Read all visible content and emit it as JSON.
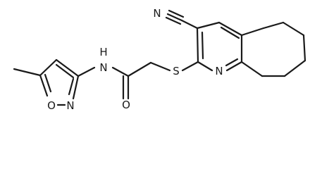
{
  "structure": {
    "atoms": {
      "nitrile_n": "N",
      "amide_nh": "H",
      "amide_n": "N",
      "amide_o": "O",
      "thioether_s": "S",
      "pyridine_n": "N",
      "isoxazole_n": "N",
      "isoxazole_o": "O"
    }
  }
}
